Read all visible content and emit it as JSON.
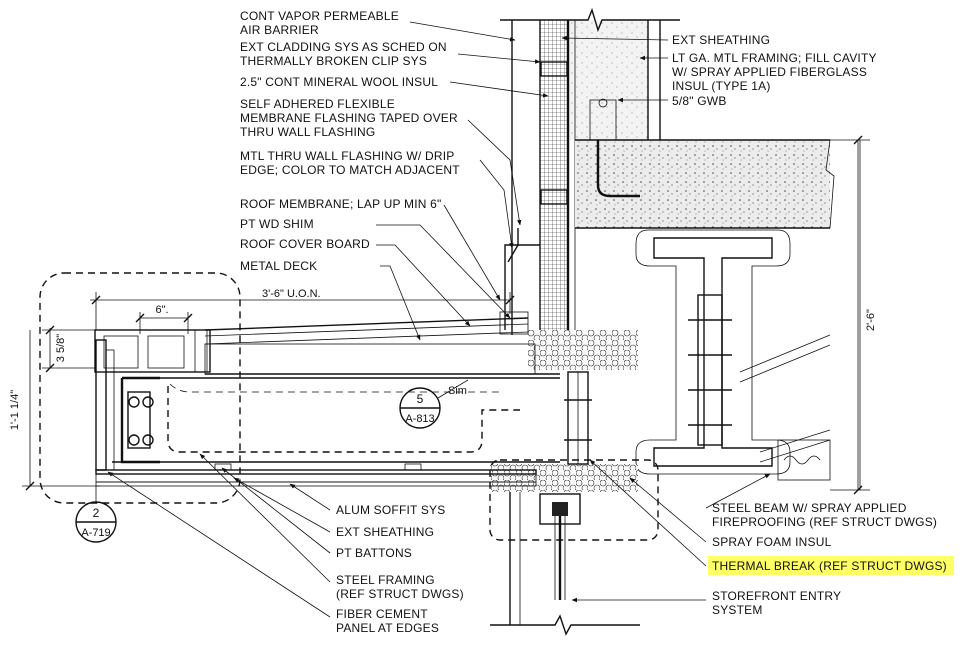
{
  "colors": {
    "line": "#111111",
    "highlight": "#ffff66",
    "concrete": "#e9e9e9",
    "fireproofing": "#d4d4d4",
    "insulation": "#f4f4f4"
  },
  "labels_left": [
    "CONT VAPOR PERMEABLE",
    "AIR BARRIER",
    "EXT CLADDING SYS AS SCHED ON",
    "THERMALLY BROKEN CLIP SYS",
    "2.5\" CONT MINERAL WOOL INSUL",
    "SELF ADHERED FLEXIBLE",
    "MEMBRANE FLASHING TAPED OVER",
    "THRU WALL FLASHING",
    "MTL THRU WALL FLASHING W/ DRIP",
    "EDGE; COLOR TO MATCH ADJACENT",
    "ROOF MEMBRANE; LAP UP MIN 6\"",
    "PT WD SHIM",
    "ROOF COVER BOARD",
    "METAL DECK"
  ],
  "labels_right_top": [
    "EXT SHEATHING",
    "LT GA. MTL FRAMING; FILL CAVITY",
    "W/ SPRAY APPLIED FIBERGLASS",
    "INSUL (TYPE 1A)",
    "5/8\" GWB"
  ],
  "labels_bottom_left": [
    "ALUM SOFFIT SYS",
    "EXT SHEATHING",
    "PT BATTONS",
    "STEEL FRAMING",
    "(REF STRUCT DWGS)",
    "FIBER CEMENT",
    "PANEL AT EDGES"
  ],
  "labels_bottom_right": [
    "STEEL BEAM W/ SPRAY APPLIED",
    "FIREPROOFING (REF STRUCT DWGS)",
    "SPRAY FOAM INSUL",
    "THERMAL BREAK (REF STRUCT DWGS)",
    "STOREFRONT ENTRY",
    "SYSTEM"
  ],
  "highlighted_label_index": 3,
  "dimensions": {
    "overhang": "3'-6\" U.O.N.",
    "six_inch": "6\".",
    "three_five_eighths": "3 5/8\"",
    "one_one_quarter": "1'-1 1/4\"",
    "beam_depth": "2'-6\""
  },
  "callouts": [
    {
      "number": "5",
      "sheet": "A-813",
      "note": "Sim"
    },
    {
      "number": "2",
      "sheet": "A-719",
      "note": ""
    }
  ],
  "icons": {
    "detail_callout": "circle-split-tag",
    "break_line": "zigzag-break"
  }
}
